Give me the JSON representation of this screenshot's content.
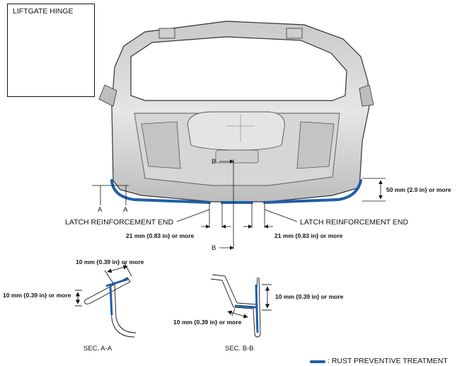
{
  "inset": {
    "title": "LIFTGATE HINGE"
  },
  "labels": {
    "section_a_left": "A",
    "section_a_right": "A",
    "section_b_top": "B",
    "section_b_bottom": "B",
    "latch_left": "LATCH REINFORCEMENT END",
    "latch_right": "LATCH REINFORCEMENT END",
    "offset_left": "21 mm {0.83 in} or more",
    "offset_right": "21 mm {0.83 in} or more",
    "side_height": "50 mm {2.0 in} or more"
  },
  "section_aa": {
    "caption": "SEC. A-A",
    "dim_width": "10 mm {0.39 in} or more",
    "dim_height": "10 mm {0.39 in} or more"
  },
  "section_bb": {
    "caption": "SEC. B-B",
    "dim_height": "10 mm {0.39 in} or more",
    "dim_width": "10 mm {0.39 in} or more"
  },
  "legend": {
    "text": ": RUST PREVENTIVE TREATMENT",
    "color": "#1e5fa8"
  },
  "colors": {
    "treatment": "#1e5fa8",
    "panel": "#dcdcdc",
    "panel_dark": "#9a9a9a",
    "line": "#111111"
  }
}
